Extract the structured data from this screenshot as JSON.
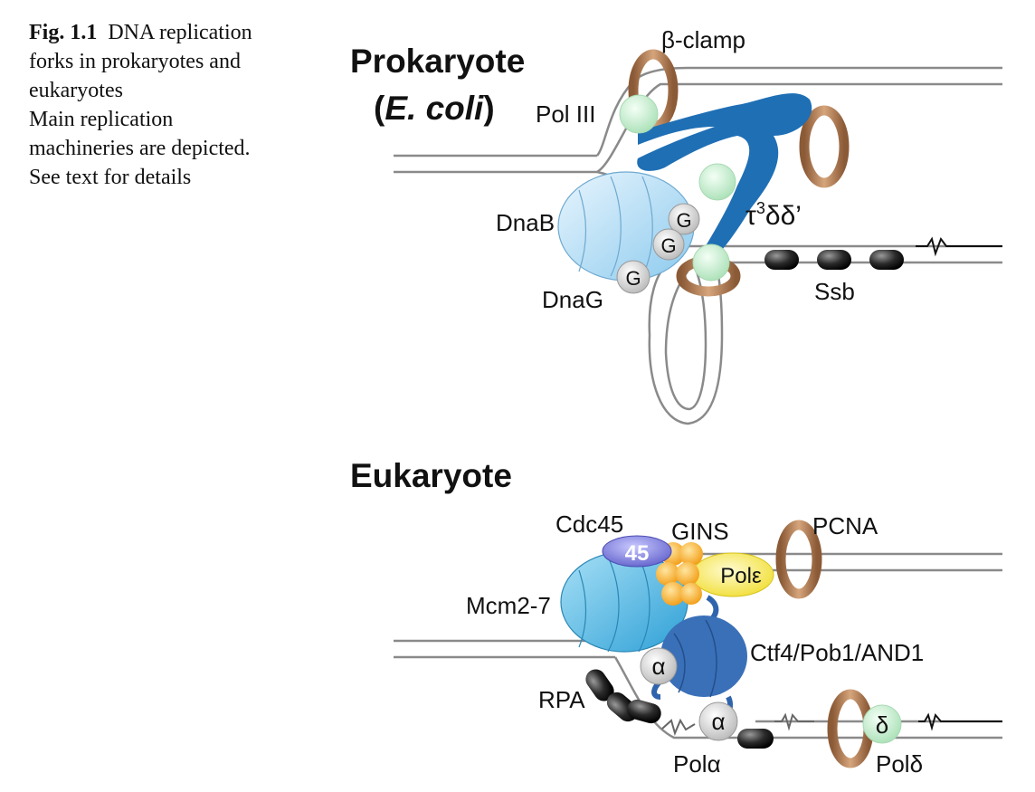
{
  "caption": {
    "fig_num": "Fig. 1.1",
    "line1": "DNA replication",
    "line2": "forks in prokaryotes and",
    "line3": "eukaryotes",
    "line4": "Main replication",
    "line5": "machineries are depicted.",
    "line6": "See text for details"
  },
  "prokaryote": {
    "title": "Prokaryote",
    "subtitle_open": "(",
    "subtitle_species": "E. coli",
    "subtitle_close": ")",
    "labels": {
      "beta_clamp": "β-clamp",
      "pol3": "Pol III",
      "dnab": "DnaB",
      "dnag": "DnaG",
      "tau_prefix": "τ",
      "tau_sup": "3",
      "tau_suffix": "δδ’",
      "ssb": "Ssb",
      "g": "G"
    }
  },
  "eukaryote": {
    "title": "Eukaryote",
    "labels": {
      "cdc45": "Cdc45",
      "cdc45_badge": "45",
      "gins": "GINS",
      "pcna": "PCNA",
      "pol_epsilon": "Polε",
      "mcm": "Mcm2-7",
      "ctf4": "Ctf4/Pob1/AND1",
      "rpa": "RPA",
      "alpha": "α",
      "pol_alpha": "Polα",
      "delta": "δ",
      "pol_delta": "Polδ"
    }
  },
  "colors": {
    "tau_blue": "#1f6fb5",
    "clamp_brown": "#b07850",
    "pol_green": "#d2f2d8",
    "helicase_blue": "#b5dcf3",
    "mcm_cyan": "#45b1e0",
    "gins_orange": "#f6a623",
    "pol_eps_yellow": "#f7ea52",
    "cdc45_purple": "#6f6fd0",
    "ctf4_blue": "#3a70b8",
    "ssb_dark": "#3a3a3a",
    "dna_gray": "#8a8a8a"
  }
}
